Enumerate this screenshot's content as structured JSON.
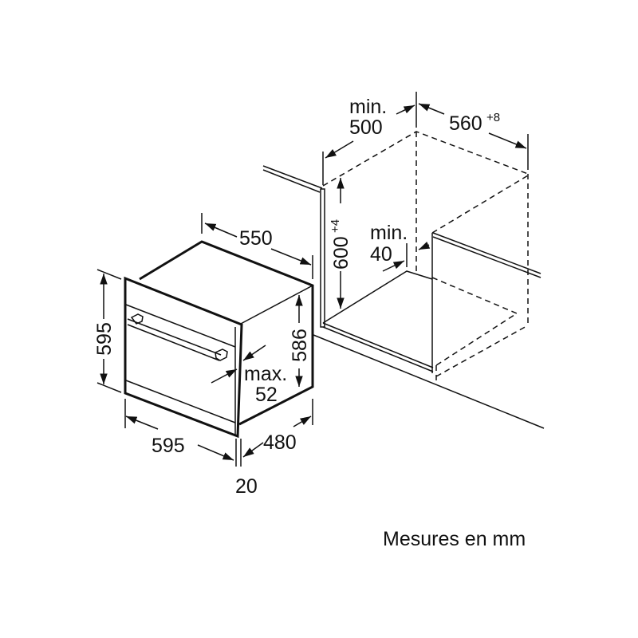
{
  "dimensions": {
    "oven_depth_top": "550",
    "oven_height": "595",
    "oven_body_height": "586",
    "oven_width": "595",
    "oven_body_depth": "480",
    "front_panel_thickness": "20",
    "door_projection_label": "max.",
    "door_projection_value": "52",
    "niche_depth_label": "min.",
    "niche_depth_value": "500",
    "niche_width": "560",
    "niche_width_tolerance": "+8",
    "niche_height": "600",
    "niche_height_tolerance": "+4",
    "floor_gap_label": "min.",
    "floor_gap_value": "40"
  },
  "footer": {
    "units_note": "Mesures en mm"
  }
}
